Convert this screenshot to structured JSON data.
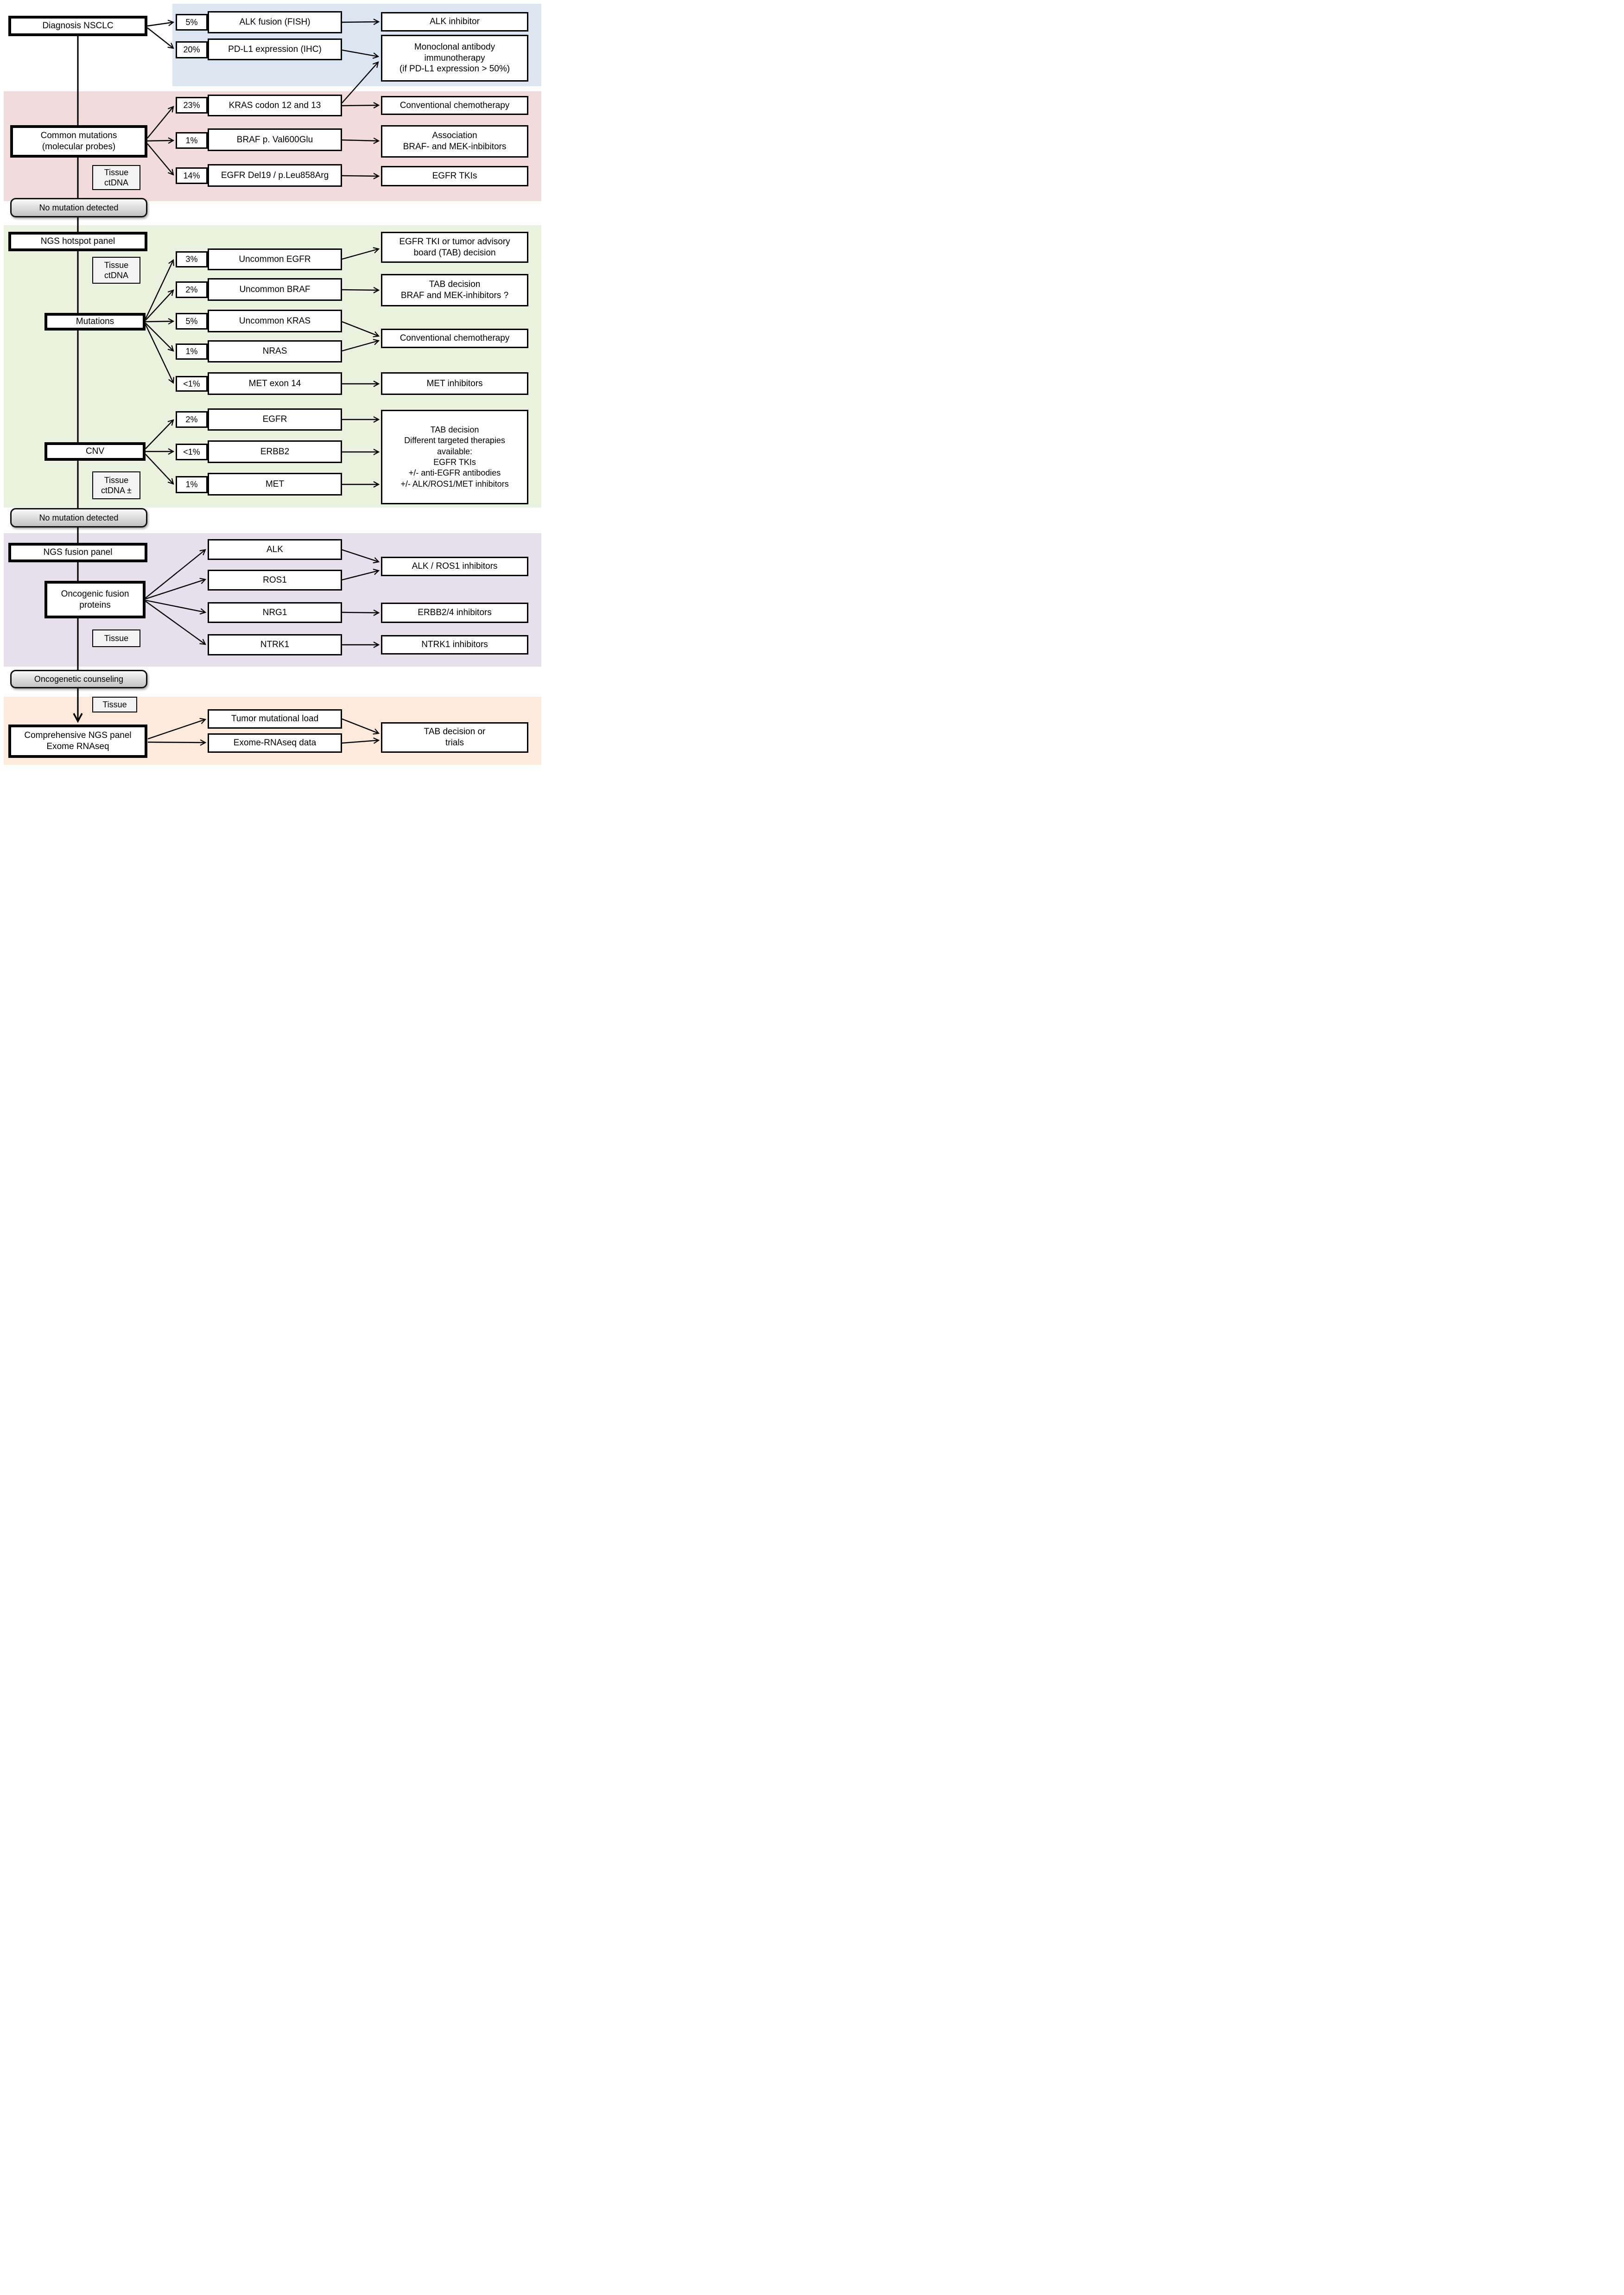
{
  "colors": {
    "band_blue": "#dce6f1",
    "band_pink": "#f2dcdb",
    "band_green": "#ebf1de",
    "band_purple": "#e5e0ec",
    "band_orange": "#fdeada",
    "box_border": "#000000",
    "note_fill": "#f3f3f3"
  },
  "trunk": {
    "diagnosis": "Diagnosis NSCLC",
    "common_mutations": {
      "lines": [
        "Common mutations",
        "(molecular probes)"
      ]
    },
    "no_mutation_detected_1": "No mutation detected",
    "ngs_hotspot_panel": "NGS hotspot panel",
    "mutations": "Mutations",
    "cnv": "CNV",
    "no_mutation_detected_2": "No mutation detected",
    "ngs_fusion_panel": "NGS fusion panel",
    "oncogenic_fusion_proteins": {
      "lines": [
        "Oncogenic fusion",
        "proteins"
      ]
    },
    "oncogenetic_counseling": "Oncogenetic counseling",
    "comprehensive_panel": {
      "lines": [
        "Comprehensive NGS panel",
        "Exome RNAseq"
      ]
    }
  },
  "notes": {
    "tissue_ctdna_common": {
      "lines": [
        "Tissue",
        "ctDNA"
      ]
    },
    "tissue_ctdna_hotspot": {
      "lines": [
        "Tissue",
        "ctDNA"
      ]
    },
    "tissue_ctdna_cnv": {
      "lines": [
        "Tissue",
        "ctDNA ±"
      ]
    },
    "tissue_fusion": "Tissue",
    "tissue_comprehensive": "Tissue"
  },
  "blue": {
    "rows": [
      {
        "pct": "5%",
        "test": "ALK fusion (FISH)"
      },
      {
        "pct": "20%",
        "test": "PD-L1 expression (IHC)"
      }
    ],
    "outcomes": [
      {
        "lines": [
          "ALK inhibitor"
        ]
      },
      {
        "lines": [
          "Monoclonal antibody",
          "immunotherapy",
          "(if PD-L1 expression > 50%)"
        ]
      }
    ]
  },
  "pink": {
    "rows": [
      {
        "pct": "23%",
        "test": "KRAS codon 12 and 13"
      },
      {
        "pct": "1%",
        "test": "BRAF p. Val600Glu"
      },
      {
        "pct": "14%",
        "test": "EGFR Del19 / p.Leu858Arg"
      }
    ],
    "outcomes": [
      {
        "lines": [
          "Conventional chemotherapy"
        ]
      },
      {
        "lines": [
          "Association",
          "BRAF- and MEK-inbibitors"
        ]
      },
      {
        "lines": [
          "EGFR TKIs"
        ]
      }
    ]
  },
  "green_mutations": {
    "rows": [
      {
        "pct": "3%",
        "test": "Uncommon EGFR"
      },
      {
        "pct": "2%",
        "test": "Uncommon BRAF"
      },
      {
        "pct": "5%",
        "test": "Uncommon KRAS"
      },
      {
        "pct": "1%",
        "test": "NRAS"
      },
      {
        "pct": "<1%",
        "test": "MET exon 14"
      }
    ],
    "outcomes": [
      {
        "lines": [
          "EGFR TKI or tumor advisory",
          "board (TAB) decision"
        ]
      },
      {
        "lines": [
          "TAB decision",
          "BRAF and MEK-inhibitors ?"
        ]
      },
      {
        "lines": [
          "Conventional chemotherapy"
        ]
      },
      {
        "lines": [
          "MET inhibitors"
        ]
      }
    ]
  },
  "green_cnv": {
    "rows": [
      {
        "pct": "2%",
        "test": "EGFR"
      },
      {
        "pct": "<1%",
        "test": "ERBB2"
      },
      {
        "pct": "1%",
        "test": "MET"
      }
    ],
    "outcome": {
      "lines": [
        "TAB decision",
        "Different targeted therapies",
        "available:",
        "EGFR TKIs",
        "+/- anti-EGFR antibodies",
        "+/- ALK/ROS1/MET inhibitors"
      ]
    }
  },
  "purple": {
    "rows": [
      {
        "test": "ALK"
      },
      {
        "test": "ROS1"
      },
      {
        "test": "NRG1"
      },
      {
        "test": "NTRK1"
      }
    ],
    "outcomes": [
      {
        "lines": [
          "ALK / ROS1 inhibitors"
        ]
      },
      {
        "lines": [
          "ERBB2/4 inhibitors"
        ]
      },
      {
        "lines": [
          "NTRK1 inhibitors"
        ]
      }
    ]
  },
  "orange": {
    "rows": [
      {
        "test": "Tumor mutational load"
      },
      {
        "test": "Exome-RNAseq  data"
      }
    ],
    "outcome": {
      "lines": [
        "TAB decision or",
        "trials"
      ]
    }
  }
}
